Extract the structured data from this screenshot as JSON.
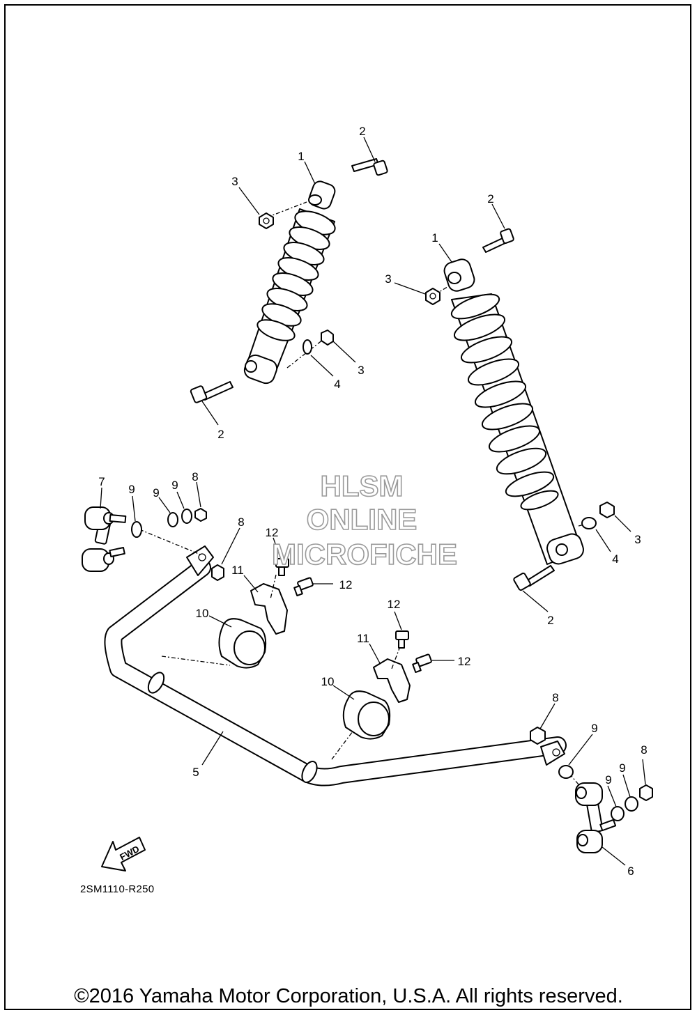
{
  "watermark": {
    "line1": "HLSM",
    "line2": "ONLINE",
    "line3": "MICROFICHE"
  },
  "callouts": {
    "c1a": "1",
    "c2a": "2",
    "c3a": "3",
    "c3b": "3",
    "c4a": "4",
    "c2b": "2",
    "c1b": "1",
    "c2c": "2",
    "c3c": "3",
    "c3d": "3",
    "c4b": "4",
    "c2d": "2",
    "c7": "7",
    "c9a": "9",
    "c9b": "9",
    "c9c": "9",
    "c8a": "8",
    "c8b": "8",
    "c12a": "12",
    "c11a": "11",
    "c12b": "12",
    "c10a": "10",
    "c12c": "12",
    "c11b": "11",
    "c12d": "12",
    "c10b": "10",
    "c5": "5",
    "c8c": "8",
    "c9d": "9",
    "c9e": "9",
    "c9f": "9",
    "c8d": "8",
    "c6": "6"
  },
  "fwd_label": "FWD",
  "diagram_code": "2SM1110-R250",
  "copyright": "©2016 Yamaha Motor Corporation, U.S.A. All rights reserved."
}
